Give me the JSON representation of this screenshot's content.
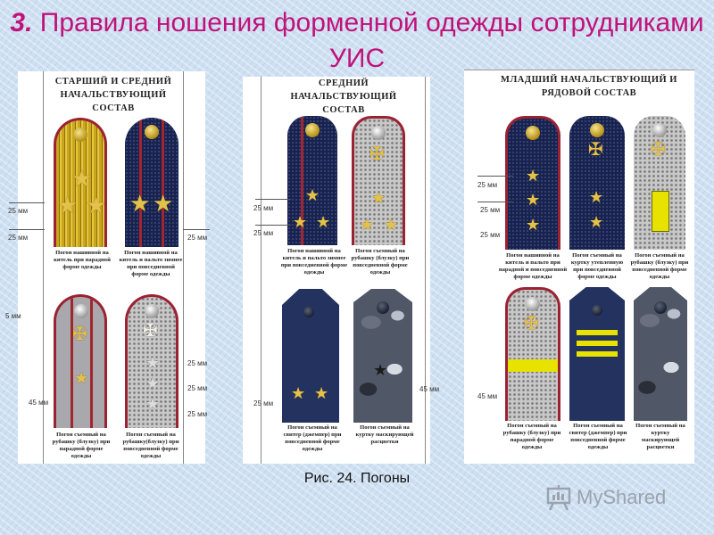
{
  "title": {
    "number": "3.",
    "text": "Правила ношения форменной одежды сотрудниками УИС"
  },
  "sections": {
    "senior": "СТАРШИЙ И СРЕДНИЙ НАЧАЛЬСТВУЮЩИЙ СОСТАВ",
    "middle": "СРЕДНИЙ НАЧАЛЬСТВУЮЩИЙ СОСТАВ",
    "junior": "МЛАДШИЙ НАЧАЛЬСТВУЮЩИЙ И РЯДОВОЙ СОСТАВ"
  },
  "captions": {
    "s1": "Погон нашивной на китель при парадной форме одежды",
    "s2": "Погон нашивной на китель и пальто зимнее при повседневной форме одежды",
    "s3": "Погон съемный на рубашку (блузку) при парадной форме одежды",
    "s4": "Погон съемный на рубашку(блузку) при повседневной форме одежды",
    "m1": "Погон нашивной на китель и пальто зимнее при повседневной форме одежды",
    "m2": "Погон съемный на рубашку (блузку) при повседневной форме одежды",
    "m3": "Погон съемный на свитер (джемпер) при повседневной форме одежды",
    "m4": "Погон съемный на куртку маскирующей расцветки",
    "j1": "Погон нашивной на китель и пальто при парадной и повседневной форме одежды",
    "j2": "Погон съемный на куртку утепленную при повседневной форме одежды",
    "j3": "Погон съемный на рубашку (блузку) при повседневной форме одежды",
    "j4": "Погон съемный на рубашку (блузку) при парадной форме одежды",
    "j5": "Погон съемный на свитер (джемпер) при повседневной форме одежды",
    "j6": "Погон съемный на куртку маскирующей расцветки"
  },
  "measures": {
    "mm25": "25 мм",
    "mm45": "45 мм",
    "mm5": "5 мм"
  },
  "figure_caption": "Рис. 24. Погоны",
  "logo": {
    "text": "MyShared",
    "icon": "presentation-board-icon"
  },
  "colors": {
    "title": "#c0127a",
    "gold": "#c9a61c",
    "navy": "#18224e",
    "edge": "#9b2232",
    "strap": "#e8e200"
  }
}
